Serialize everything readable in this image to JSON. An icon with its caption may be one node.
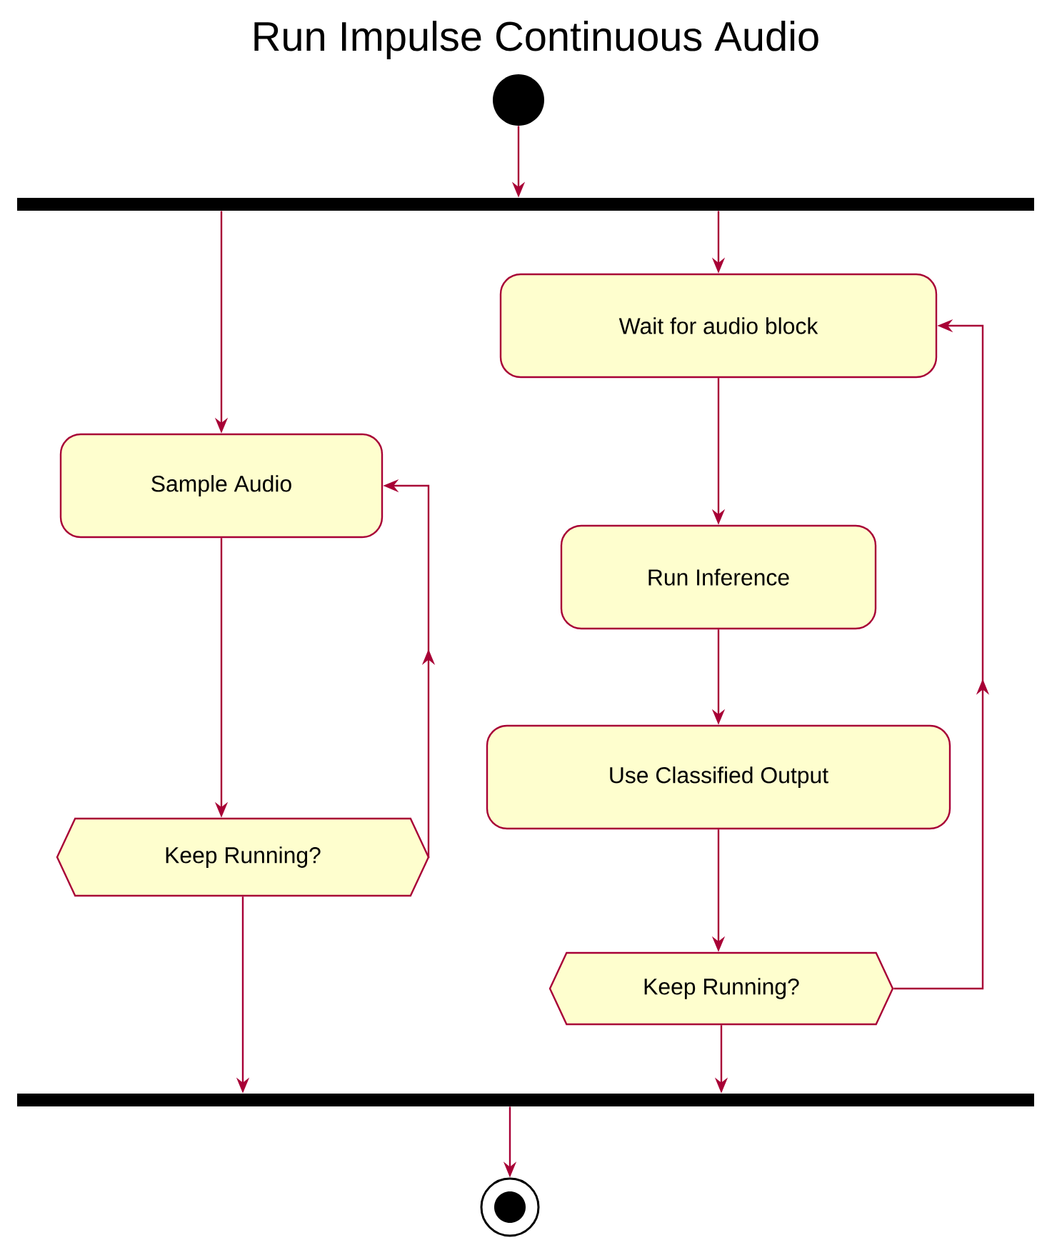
{
  "diagram": {
    "title": "Run Impulse Continuous Audio",
    "nodes": [
      {
        "text": [],
        "shape": "circle"
      },
      {
        "text": [],
        "shape": "bar"
      },
      {
        "text": [
          "Sample Audio"
        ]
      },
      {
        "text": [
          "Keep Running?"
        ]
      },
      {
        "text": [
          "Wait for audio block"
        ]
      },
      {
        "text": [
          "Run Inference"
        ]
      },
      {
        "text": [
          "Use Classified Output"
        ]
      },
      {
        "text": [
          "Keep Running?"
        ]
      },
      {
        "text": [],
        "shape": "bar"
      },
      {
        "text": [],
        "shape": "circle"
      }
    ],
    "edges": [
      {
        "from": 0,
        "to": 1,
        "arrow": "to"
      },
      {
        "from": 1,
        "to": 2,
        "arrow": "to"
      },
      {
        "from": 1,
        "to": 4,
        "arrow": "to"
      },
      {
        "from": 2,
        "to": 3,
        "arrow": "to"
      },
      {
        "from": 3,
        "to": 2,
        "arrow": "to"
      },
      {
        "from": 4,
        "to": 5,
        "arrow": "to"
      },
      {
        "from": 5,
        "to": 6,
        "arrow": "to"
      },
      {
        "from": 6,
        "to": 7,
        "arrow": "to"
      },
      {
        "from": 7,
        "to": 4,
        "arrow": "to"
      },
      {
        "from": 3,
        "to": 8,
        "arrow": "to"
      },
      {
        "from": 7,
        "to": 8,
        "arrow": "to"
      },
      {
        "from": 8,
        "to": 9,
        "arrow": "to"
      }
    ]
  }
}
